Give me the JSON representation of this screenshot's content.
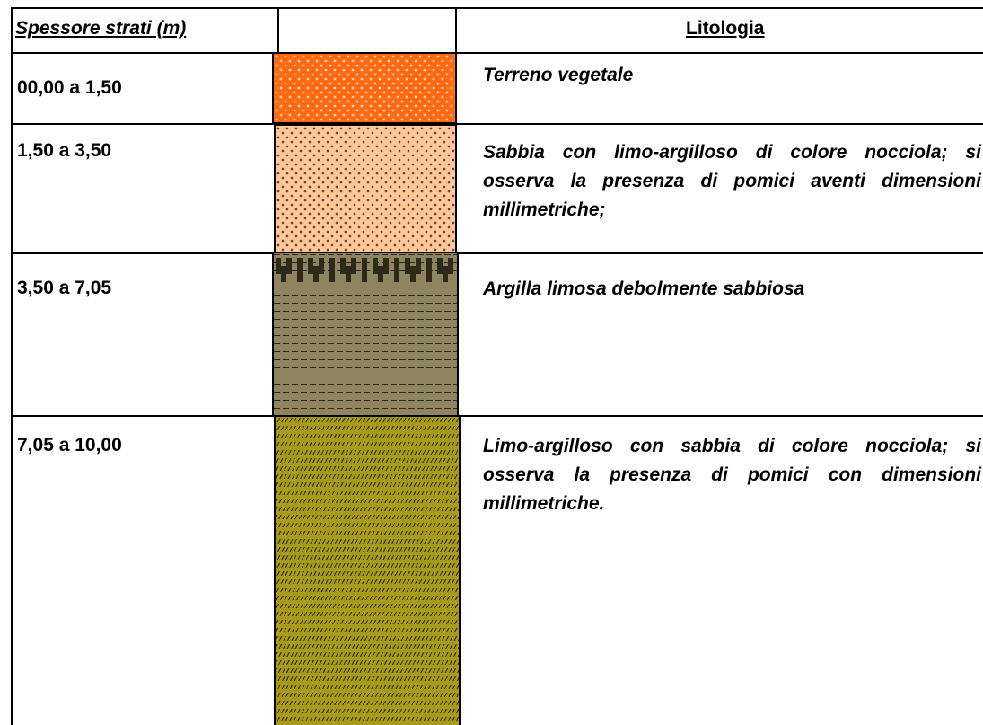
{
  "table": {
    "header": {
      "thickness_label": "Spessore strati (m)",
      "column_label": "",
      "lithology_label": "Litologia"
    },
    "layers": [
      {
        "depth": "00,00 a 1,50",
        "description": "Terreno vegetale",
        "pattern": "vegetal-soil",
        "color": "#ff6a15"
      },
      {
        "depth": "1,50 a 3,50",
        "description": "Sabbia con limo-argilloso  di colore nocciola; si osserva la presenza di pomici aventi dimensioni millimetriche;",
        "pattern": "sand-dots",
        "color": "#ffc79a"
      },
      {
        "depth": "3,50 a 7,05",
        "description": "Argilla limosa debolmente sabbiosa",
        "pattern": "clay-dashes",
        "color": "#8e8460"
      },
      {
        "depth": "7,05 a 10,00",
        "description": "Limo-argilloso con sabbia di colore nocciola; si osserva la presenza di pomici con dimensioni millimetriche.",
        "pattern": "silt-hatch",
        "color": "#a99b1a"
      }
    ]
  }
}
